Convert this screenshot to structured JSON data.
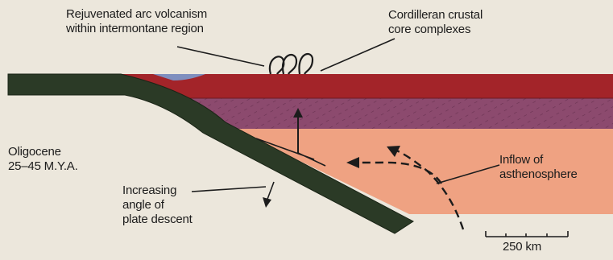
{
  "labels": {
    "volcanism": {
      "line1": "Rejuvenated arc volcanism",
      "line2": "within intermontane region"
    },
    "core_complexes": {
      "line1": "Cordilleran crustal",
      "line2": "core complexes"
    },
    "epoch": {
      "line1": "Oligocene",
      "line2": "25–45 M.Y.A."
    },
    "plate_descent": {
      "line1": "Increasing",
      "line2": "angle of",
      "line3": "plate descent"
    },
    "inflow": {
      "line1": "Inflow of",
      "line2": "asthenosphere"
    },
    "scale": "250 km"
  },
  "colors": {
    "background": "#ece7dc",
    "slab": "#2b3a26",
    "upper_crust": "#a32429",
    "lower_crust": "#8c4a6e",
    "asthenosphere": "#efa282",
    "blue_basin": "#7f8fbf",
    "text": "#1c1c1c"
  }
}
